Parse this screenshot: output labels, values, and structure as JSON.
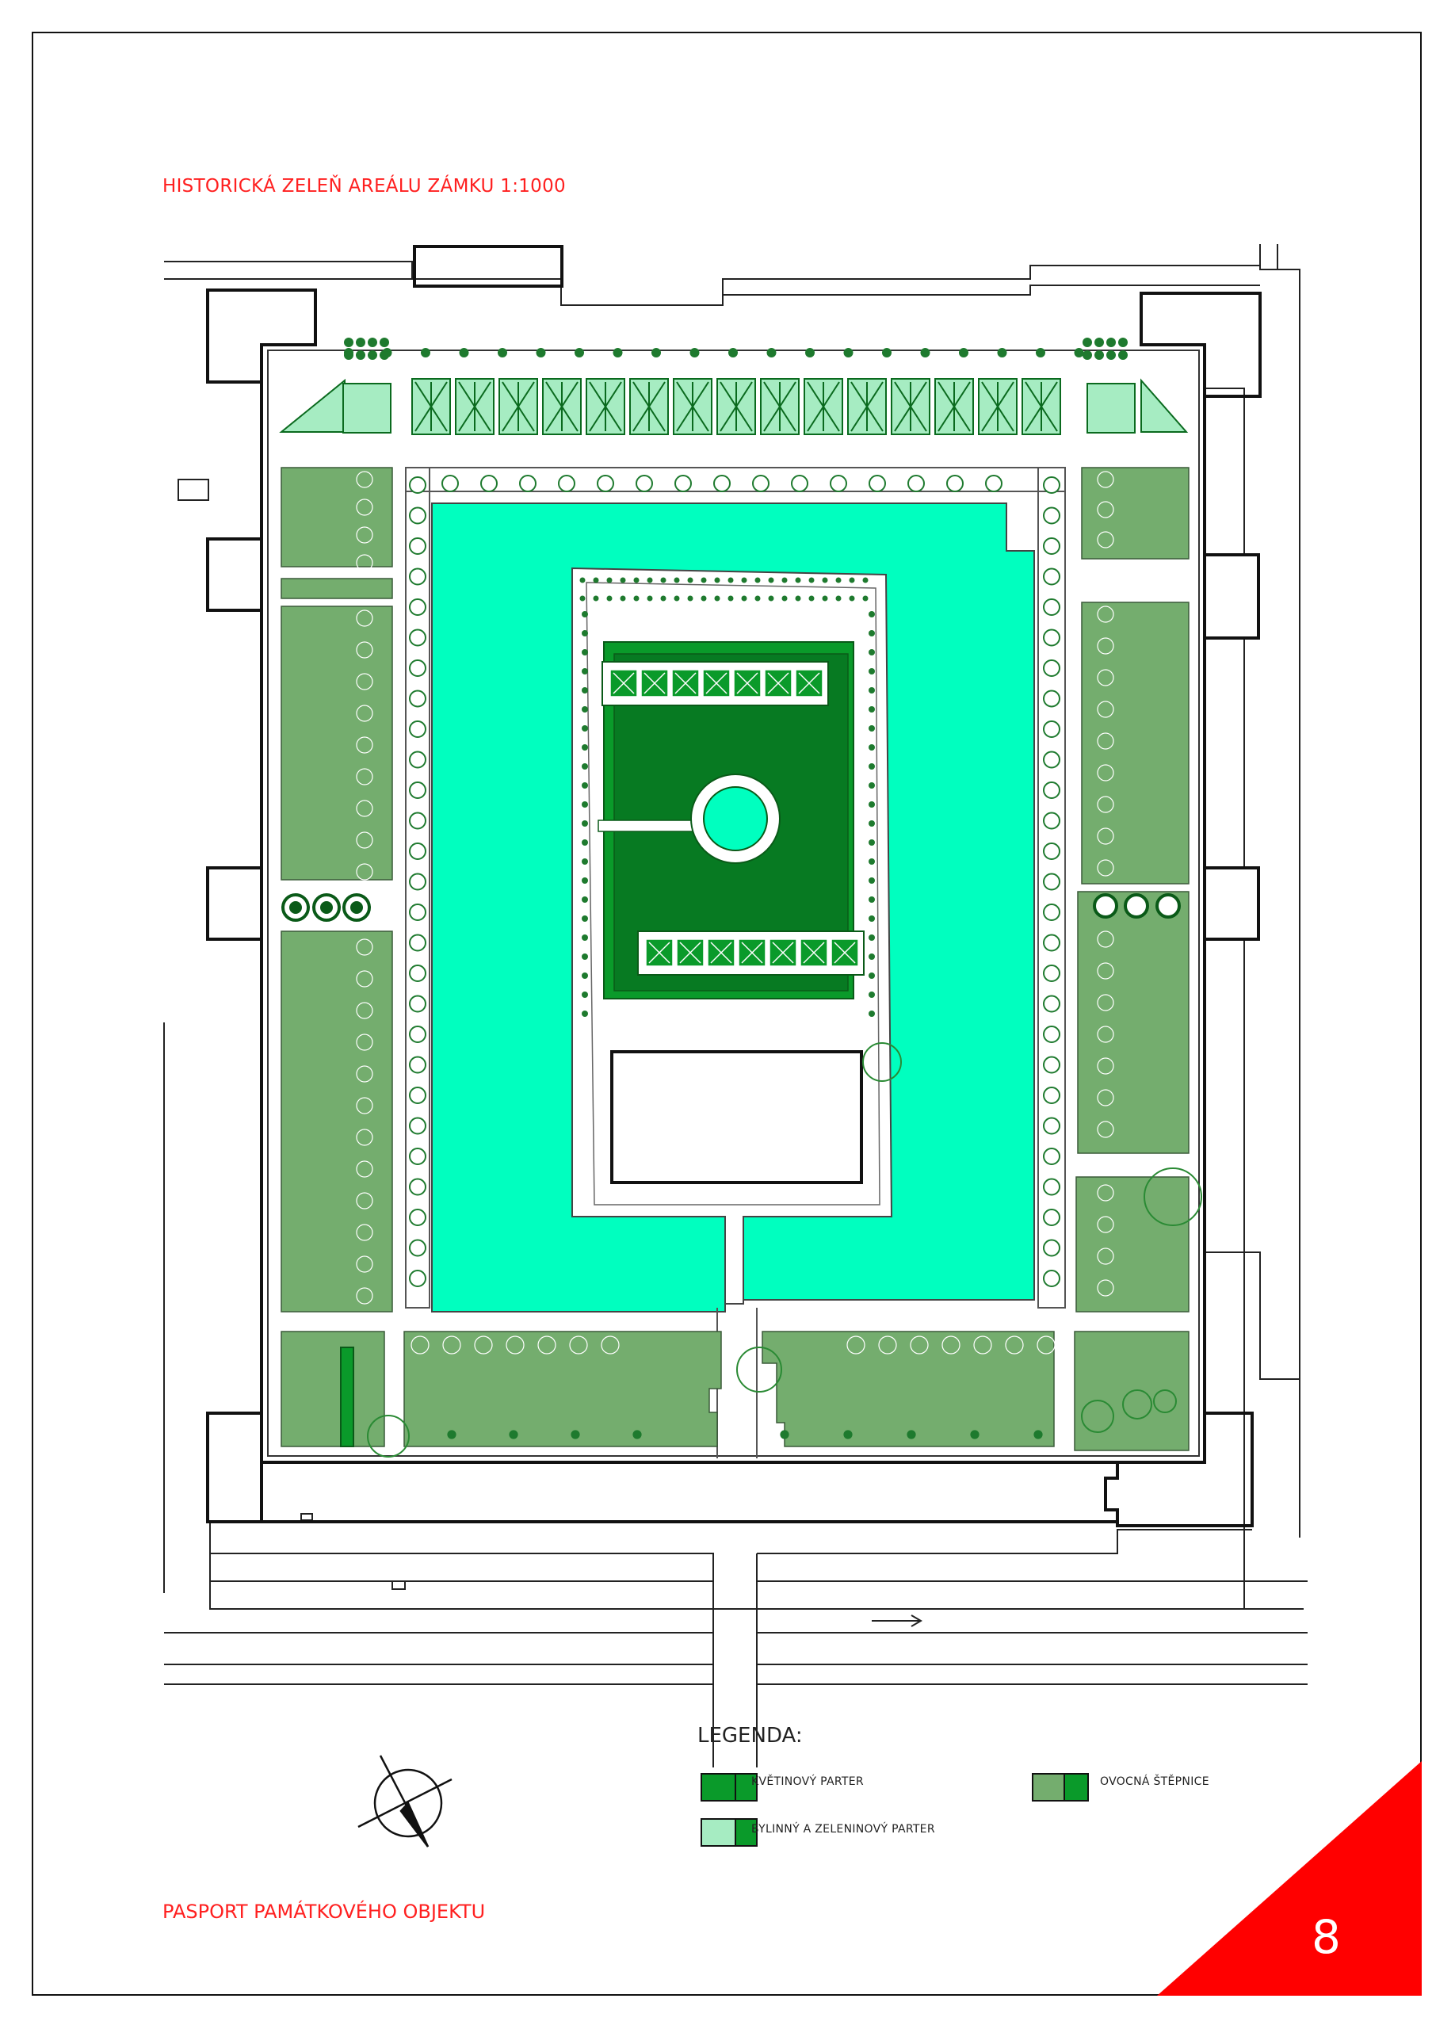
{
  "title": "HISTORICKÁ ZELEŇ AREÁLU ZÁMKU   1:1000",
  "footer": "PASPORT PAMÁTKOVÉHO OBJEKTU",
  "page_number": "8",
  "legend": {
    "title": "LEGENDA:",
    "items": [
      {
        "label": "KVĚTINOVÝ PARTER",
        "color": "#0a9a2a"
      },
      {
        "label": "BYLINNÝ A ZELENINOVÝ PARTER",
        "color": "#a6ecc2"
      },
      {
        "label": "OVOCNÁ ŠTĚPNICE",
        "color": "#74ad6e"
      }
    ]
  },
  "colors": {
    "accent_red": "#ff2020",
    "lawn": "#00ffbf",
    "flower_parterre": "#0a9a2a",
    "herb_parterre": "#a6ecc2",
    "orchard": "#74ad6e",
    "tree": "#1e7a2e"
  },
  "icons": {
    "north_arrow": "north-arrow-icon",
    "direction_arrow": "arrow-right-icon"
  }
}
